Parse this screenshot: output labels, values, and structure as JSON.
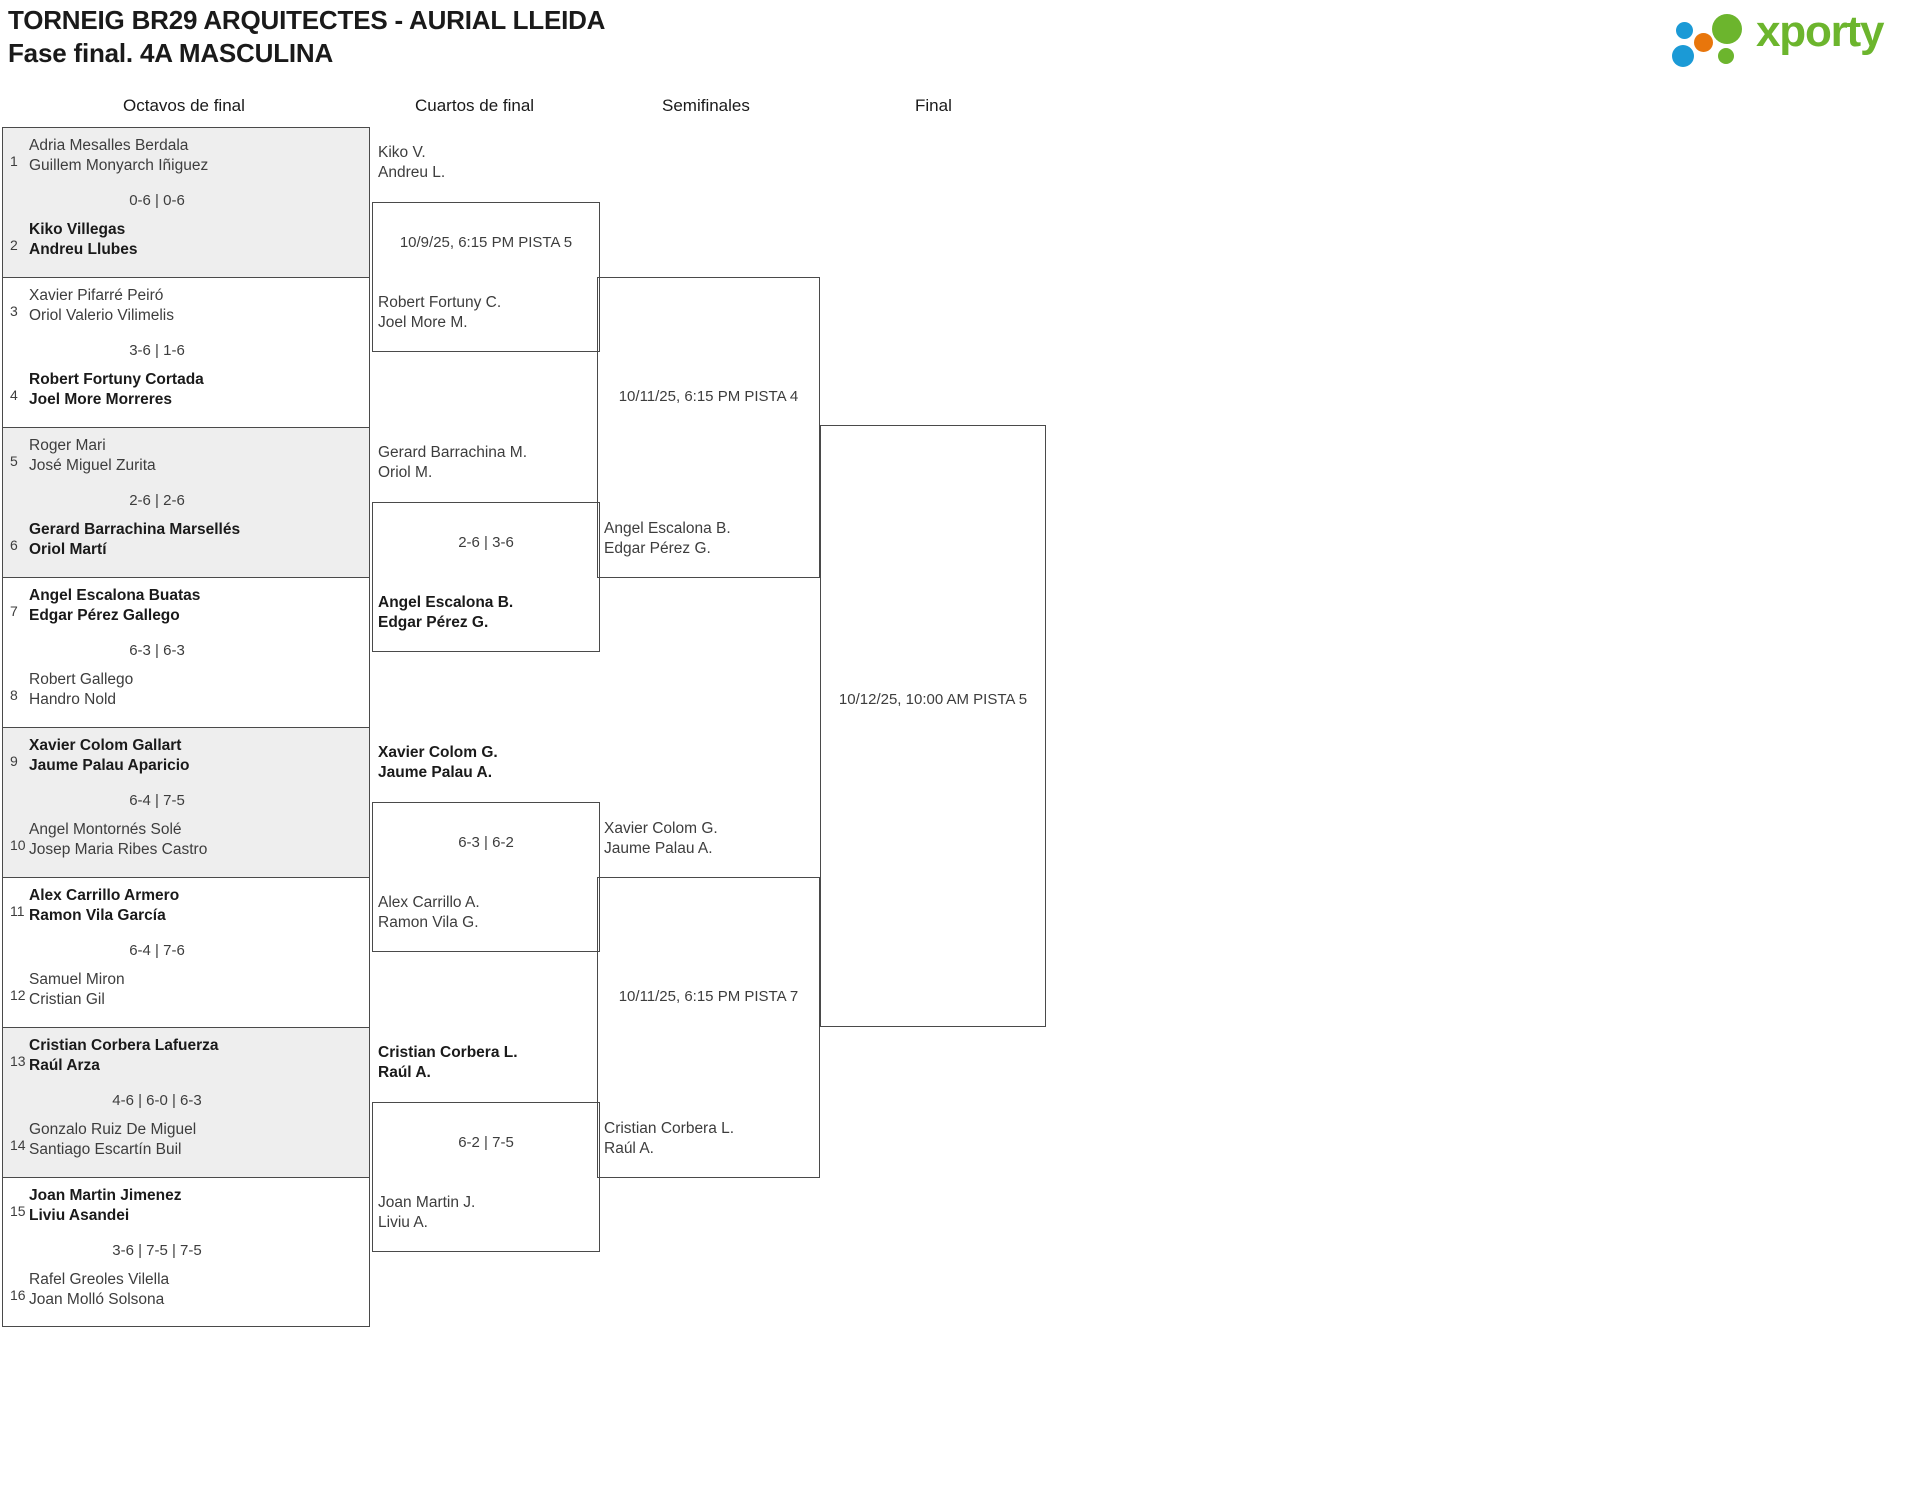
{
  "header": {
    "title_line1": "TORNEIG BR29 ARQUITECTES - AURIAL LLEIDA",
    "title_line2": "Fase final. 4A MASCULINA",
    "logo_text": "xporty",
    "logo_colors": {
      "green": "#6cb52d",
      "blue": "#1b9ad6",
      "orange": "#e8760c"
    }
  },
  "rounds": [
    {
      "key": "r16",
      "label": "Octavos de final"
    },
    {
      "key": "qf",
      "label": "Cuartos de final"
    },
    {
      "key": "sf",
      "label": "Semifinales"
    },
    {
      "key": "f",
      "label": "Final"
    }
  ],
  "round_of_16": [
    {
      "shade": true,
      "top": {
        "seed": "1",
        "p1": "Adria Mesalles Berdala",
        "p2": "Guillem Monyarch Iñiguez",
        "winner": false
      },
      "score": "0-6 | 0-6",
      "bottom": {
        "seed": "2",
        "p1": "Kiko Villegas",
        "p2": "Andreu Llubes",
        "winner": true
      }
    },
    {
      "shade": false,
      "top": {
        "seed": "3",
        "p1": "Xavier Pifarré Peiró",
        "p2": "Oriol Valerio Vilimelis",
        "winner": false
      },
      "score": "3-6 | 1-6",
      "bottom": {
        "seed": "4",
        "p1": "Robert Fortuny Cortada",
        "p2": "Joel More Morreres",
        "winner": true
      }
    },
    {
      "shade": true,
      "top": {
        "seed": "5",
        "p1": "Roger Mari",
        "p2": "José Miguel Zurita",
        "winner": false
      },
      "score": "2-6 | 2-6",
      "bottom": {
        "seed": "6",
        "p1": "Gerard Barrachina Marsellés",
        "p2": "Oriol Martí",
        "winner": true
      }
    },
    {
      "shade": false,
      "top": {
        "seed": "7",
        "p1": "Angel Escalona Buatas",
        "p2": "Edgar Pérez Gallego",
        "winner": true
      },
      "score": "6-3 | 6-3",
      "bottom": {
        "seed": "8",
        "p1": "Robert Gallego",
        "p2": "Handro Nold",
        "winner": false
      }
    },
    {
      "shade": true,
      "top": {
        "seed": "9",
        "p1": "Xavier Colom Gallart",
        "p2": "Jaume Palau Aparicio",
        "winner": true
      },
      "score": "6-4 | 7-5",
      "bottom": {
        "seed": "10",
        "p1": "Angel Montornés Solé",
        "p2": "Josep Maria Ribes Castro",
        "winner": false
      }
    },
    {
      "shade": false,
      "top": {
        "seed": "11",
        "p1": "Alex Carrillo Armero",
        "p2": "Ramon Vila García",
        "winner": true
      },
      "score": "6-4 | 7-6",
      "bottom": {
        "seed": "12",
        "p1": "Samuel Miron",
        "p2": "Cristian Gil",
        "winner": false
      }
    },
    {
      "shade": true,
      "top": {
        "seed": "13",
        "p1": "Cristian Corbera Lafuerza",
        "p2": "Raúl Arza",
        "winner": true
      },
      "score": "4-6 | 6-0 | 6-3",
      "bottom": {
        "seed": "14",
        "p1": "Gonzalo Ruiz De Miguel",
        "p2": "Santiago Escartín Buil",
        "winner": false
      }
    },
    {
      "shade": false,
      "top": {
        "seed": "15",
        "p1": "Joan Martin Jimenez",
        "p2": "Liviu Asandei",
        "winner": true
      },
      "score": "3-6 | 7-5 | 7-5",
      "bottom": {
        "seed": "16",
        "p1": "Rafel Greoles Vilella",
        "p2": "Joan Molló Solsona",
        "winner": false
      }
    }
  ],
  "quarterfinals": [
    {
      "top": {
        "p1": "Kiko V.",
        "p2": "Andreu L.",
        "winner": false
      },
      "label": "10/9/25, 6:15 PM PISTA 5",
      "bottom": {
        "p1": "Robert Fortuny C.",
        "p2": "Joel More M.",
        "winner": false
      }
    },
    {
      "top": {
        "p1": "Gerard Barrachina M.",
        "p2": "Oriol M.",
        "winner": false
      },
      "label": "2-6 | 3-6",
      "bottom": {
        "p1": "Angel Escalona B.",
        "p2": "Edgar Pérez G.",
        "winner": true
      }
    },
    {
      "top": {
        "p1": "Xavier Colom G.",
        "p2": "Jaume Palau A.",
        "winner": true
      },
      "label": "6-3 | 6-2",
      "bottom": {
        "p1": "Alex Carrillo A.",
        "p2": "Ramon Vila G.",
        "winner": false
      }
    },
    {
      "top": {
        "p1": "Cristian Corbera L.",
        "p2": "Raúl A.",
        "winner": true
      },
      "label": "6-2 | 7-5",
      "bottom": {
        "p1": "Joan Martin J.",
        "p2": "Liviu A.",
        "winner": false
      }
    }
  ],
  "semifinals": [
    {
      "label": "10/11/25, 6:15 PM PISTA 4",
      "bottom": {
        "p1": "Angel Escalona B.",
        "p2": "Edgar Pérez G.",
        "winner": false
      }
    },
    {
      "top": {
        "p1": "Xavier Colom G.",
        "p2": "Jaume Palau A.",
        "winner": false
      },
      "label": "10/11/25, 6:15 PM PISTA 7",
      "bottom": {
        "p1": "Cristian Corbera L.",
        "p2": "Raúl A.",
        "winner": false
      }
    }
  ],
  "final": {
    "label": "10/12/25, 10:00 AM PISTA 5"
  }
}
